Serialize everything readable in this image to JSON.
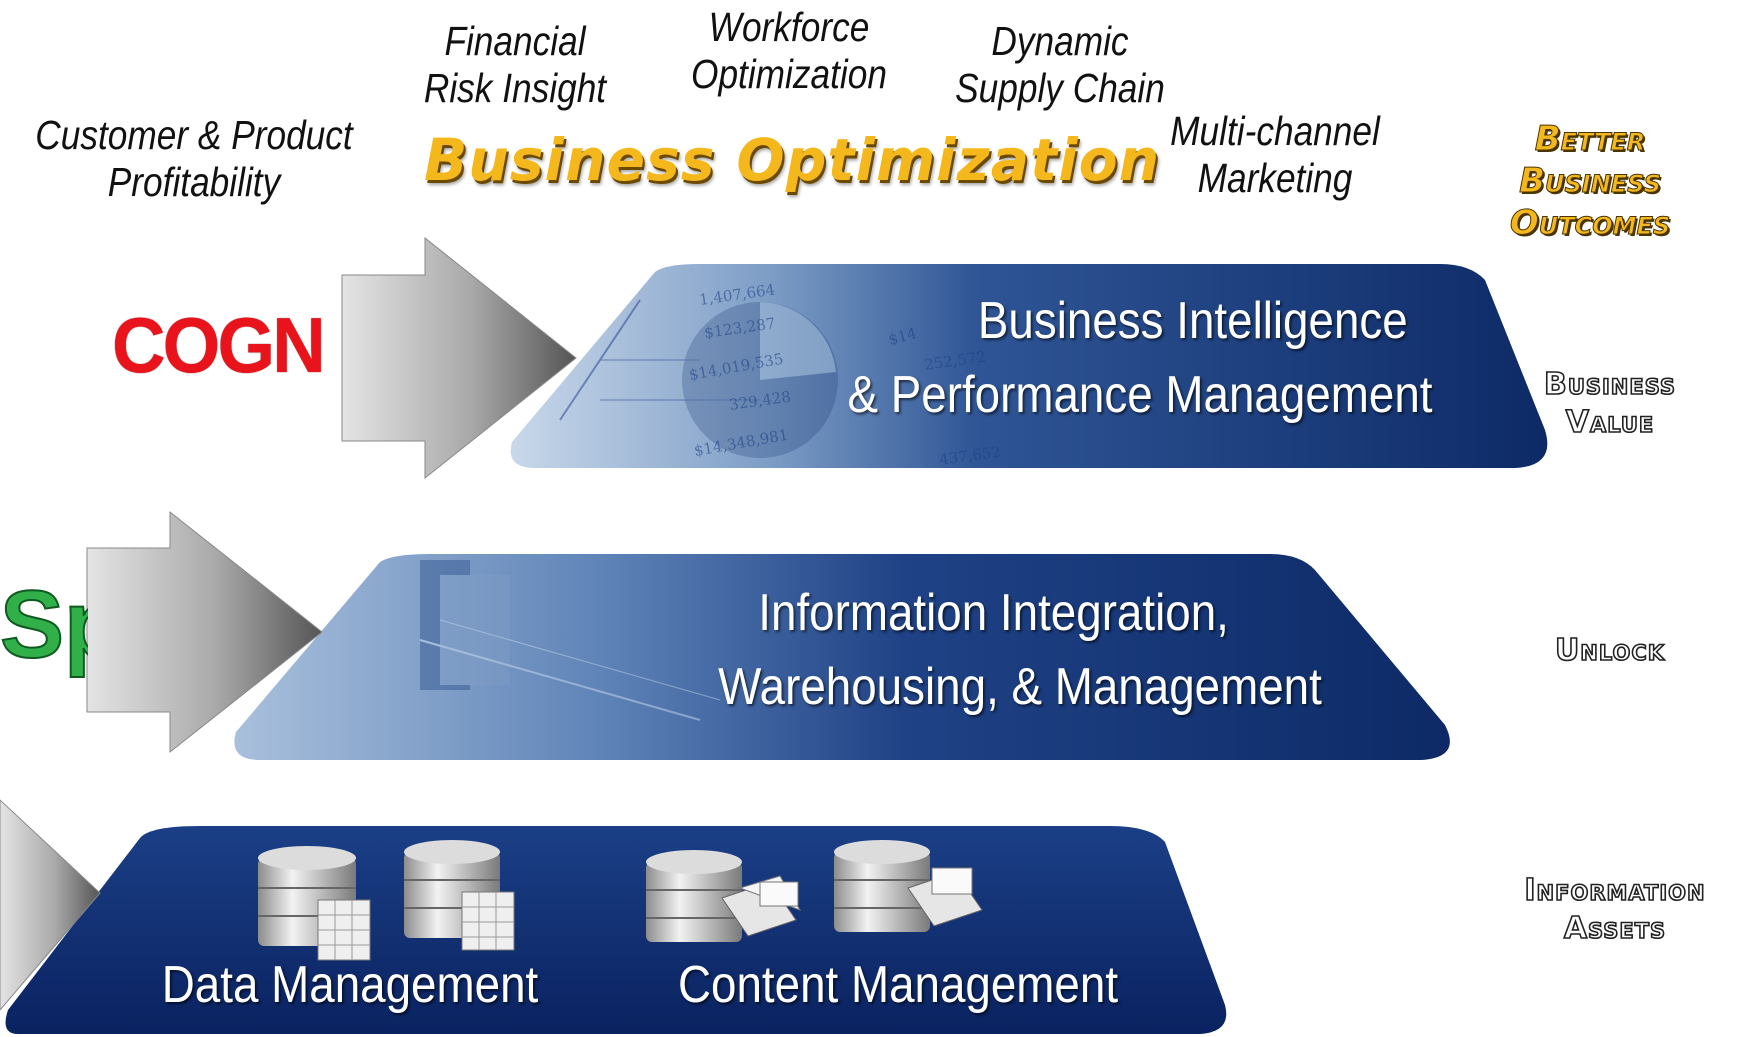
{
  "top_labels": {
    "customer": [
      "Customer & Product",
      "Profitability"
    ],
    "financial": [
      "Financial",
      "Risk Insight"
    ],
    "workforce": [
      "Workforce",
      "Optimization"
    ],
    "supply": [
      "Dynamic",
      "Supply Chain"
    ],
    "marketing": [
      "Multi-channel",
      "Marketing"
    ]
  },
  "business_optimization": "Business Optimization",
  "outcomes": [
    "Better",
    "Business",
    "Outcomes"
  ],
  "side_labels": {
    "business_value": [
      "Business",
      "Value"
    ],
    "unlock": "Unlock",
    "information_assets": [
      "Information",
      "Assets"
    ]
  },
  "layers": {
    "bi": [
      "Business Intelligence",
      "& Performance Management"
    ],
    "ii": [
      "Information Integration,",
      "Warehousing, & Management"
    ],
    "dm": {
      "data": "Data Management",
      "content": "Content Management"
    }
  },
  "logos": {
    "cognos": "COGN",
    "spss": "Sp"
  },
  "bi_image_numbers": [
    "1,407,664",
    "$123,287",
    "$14,019,535",
    "329,428",
    "$14,348,981",
    "252,572",
    "$14",
    "437,652"
  ],
  "colors": {
    "band_dark": "#0f2f6e",
    "band_light": "#8fb0d6",
    "gold": "#f5b81c",
    "cognos_red": "#e8131b",
    "spss_green": "#31b04a"
  }
}
